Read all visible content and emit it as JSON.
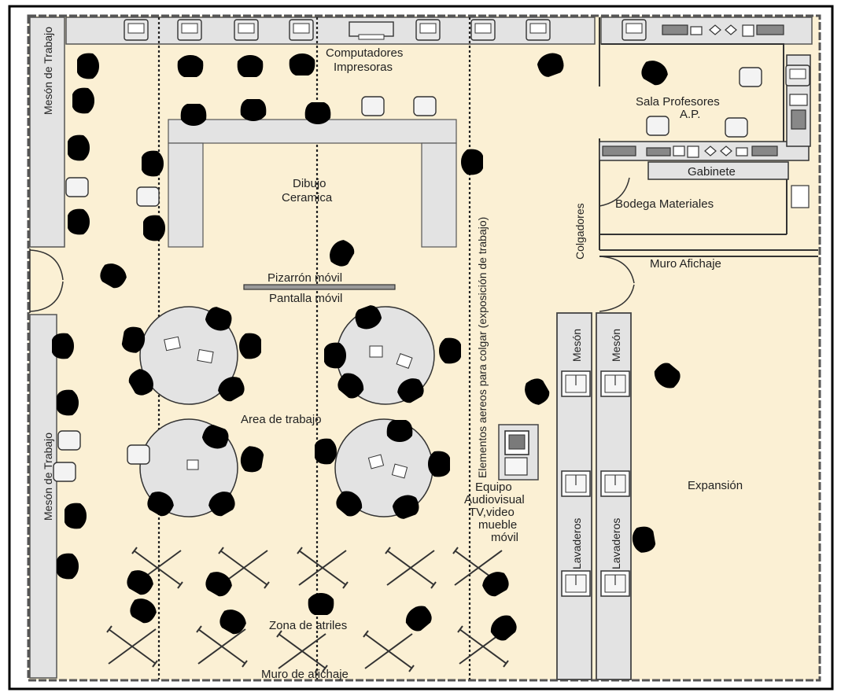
{
  "labels": {
    "computadores": "Computadores",
    "impresoras": "Impresoras",
    "sala_profesores": "Sala Profesores",
    "ap": "A.P.",
    "meson_trabajo_top": "Mesón de Trabajo",
    "dibujo": "Dibujo",
    "ceramica": "Ceramica",
    "gabinete": "Gabinete",
    "bodega": "Bodega Materiales",
    "colgadores": "Colgadores",
    "muro_afichaje_right": "Muro Afichaje",
    "pizarron": "Pizarrón móvil",
    "pantalla": "Pantalla móvil",
    "elementos": "Elementos aereos para colgar (exposición de trabajo)",
    "meson_a": "Mesón",
    "meson_b": "Mesón",
    "area_trabajo": "Area de trabajo",
    "meson_trabajo_bottom": "Mesón de Trabajo",
    "equipo": "Equipo",
    "audiovisual": "Audiovisual",
    "tv_video": "TV,video",
    "mueble": "mueble",
    "movil": "móvil",
    "expansion": "Expansión",
    "lavaderos_a": "Lavaderos",
    "lavaderos_b": "Lavaderos",
    "zona_atriles": "Zona de atriles",
    "muro_afichaje_bottom": "Muro de afichaje"
  },
  "colors": {
    "floor": "#fbf0d4",
    "counter": "#e3e3e3",
    "wall": "#555555",
    "person": "#6d6d6d",
    "outline": "#333333"
  },
  "icons": [
    "person-icon",
    "chair-icon",
    "computer-monitor-icon",
    "printer-icon",
    "round-table-icon",
    "easel-icon",
    "sink-icon",
    "door-swing-icon",
    "tv-icon"
  ]
}
